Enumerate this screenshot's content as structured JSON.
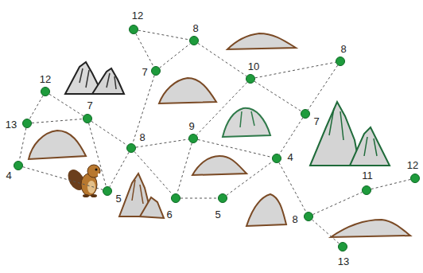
{
  "diagram": {
    "nodes": [
      {
        "text": [
          "12"
        ]
      },
      {
        "text": [
          "8"
        ]
      },
      {
        "text": [
          "7"
        ]
      },
      {
        "text": [
          "10"
        ]
      },
      {
        "text": [
          "8"
        ]
      },
      {
        "text": [
          "12"
        ]
      },
      {
        "text": [
          "7"
        ]
      },
      {
        "text": [
          "13"
        ]
      },
      {
        "text": [
          "8"
        ]
      },
      {
        "text": [
          "9"
        ]
      },
      {
        "text": [
          "7"
        ]
      },
      {
        "text": [
          "4"
        ]
      },
      {
        "text": [
          "5"
        ]
      },
      {
        "text": [
          "4"
        ]
      },
      {
        "text": [
          "6"
        ]
      },
      {
        "text": [
          "5"
        ]
      },
      {
        "text": [
          "11"
        ]
      },
      {
        "text": [
          "12"
        ]
      },
      {
        "text": [
          "8"
        ]
      },
      {
        "text": [
          "13"
        ]
      }
    ],
    "edges": [
      {
        "from": 0,
        "to": 1,
        "arrow": "none"
      },
      {
        "from": 0,
        "to": 2,
        "arrow": "none"
      },
      {
        "from": 2,
        "to": 1,
        "arrow": "none"
      },
      {
        "from": 1,
        "to": 3,
        "arrow": "none"
      },
      {
        "from": 2,
        "to": 8,
        "arrow": "none"
      },
      {
        "from": 3,
        "to": 4,
        "arrow": "none"
      },
      {
        "from": 3,
        "to": 10,
        "arrow": "none"
      },
      {
        "from": 4,
        "to": 10,
        "arrow": "none"
      },
      {
        "from": 3,
        "to": 9,
        "arrow": "none"
      },
      {
        "from": 5,
        "to": 6,
        "arrow": "none"
      },
      {
        "from": 5,
        "to": 7,
        "arrow": "none"
      },
      {
        "from": 7,
        "to": 6,
        "arrow": "none"
      },
      {
        "from": 7,
        "to": 11,
        "arrow": "none"
      },
      {
        "from": 11,
        "to": 12,
        "arrow": "none"
      },
      {
        "from": 6,
        "to": 8,
        "arrow": "none"
      },
      {
        "from": 6,
        "to": 12,
        "arrow": "none"
      },
      {
        "from": 8,
        "to": 12,
        "arrow": "none"
      },
      {
        "from": 8,
        "to": 9,
        "arrow": "none"
      },
      {
        "from": 8,
        "to": 14,
        "arrow": "none"
      },
      {
        "from": 9,
        "to": 14,
        "arrow": "none"
      },
      {
        "from": 9,
        "to": 13,
        "arrow": "none"
      },
      {
        "from": 14,
        "to": 15,
        "arrow": "none"
      },
      {
        "from": 15,
        "to": 13,
        "arrow": "none"
      },
      {
        "from": 10,
        "to": 13,
        "arrow": "none"
      },
      {
        "from": 13,
        "to": 18,
        "arrow": "none"
      },
      {
        "from": 18,
        "to": 16,
        "arrow": "none"
      },
      {
        "from": 16,
        "to": 17,
        "arrow": "none"
      },
      {
        "from": 18,
        "to": 19,
        "arrow": "none"
      }
    ]
  }
}
